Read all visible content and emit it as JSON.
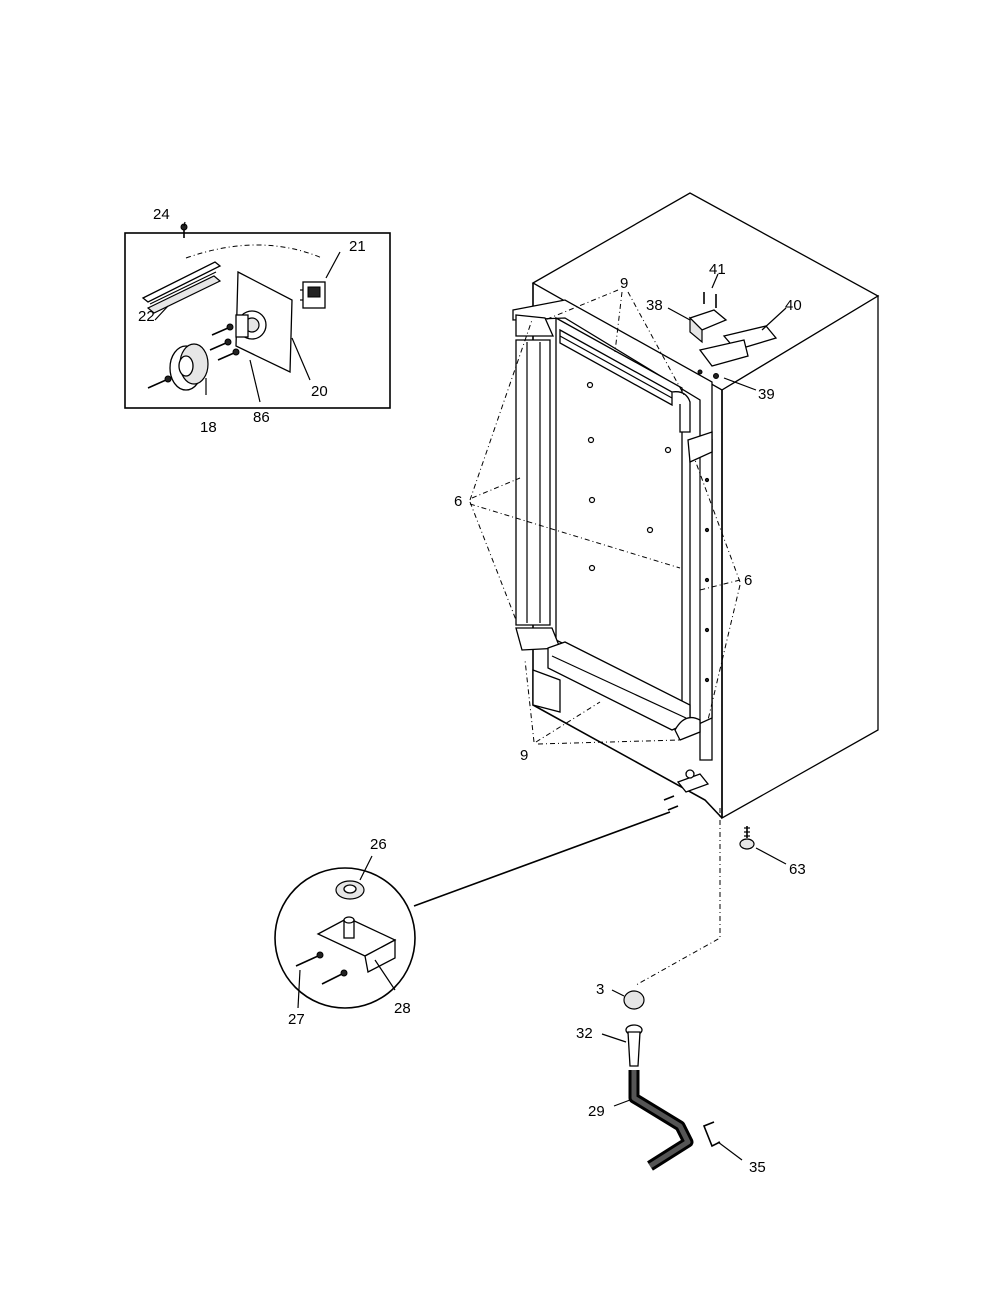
{
  "callouts": {
    "c24": "24",
    "c21": "21",
    "c22": "22",
    "c20": "20",
    "c86": "86",
    "c18": "18",
    "c9_top": "9",
    "c41": "41",
    "c38": "38",
    "c40": "40",
    "c39": "39",
    "c6_left": "6",
    "c6_right": "6",
    "c9_bottom": "9",
    "c63": "63",
    "c26": "26",
    "c27": "27",
    "c28": "28",
    "c3": "3",
    "c32": "32",
    "c29": "29",
    "c35": "35"
  }
}
